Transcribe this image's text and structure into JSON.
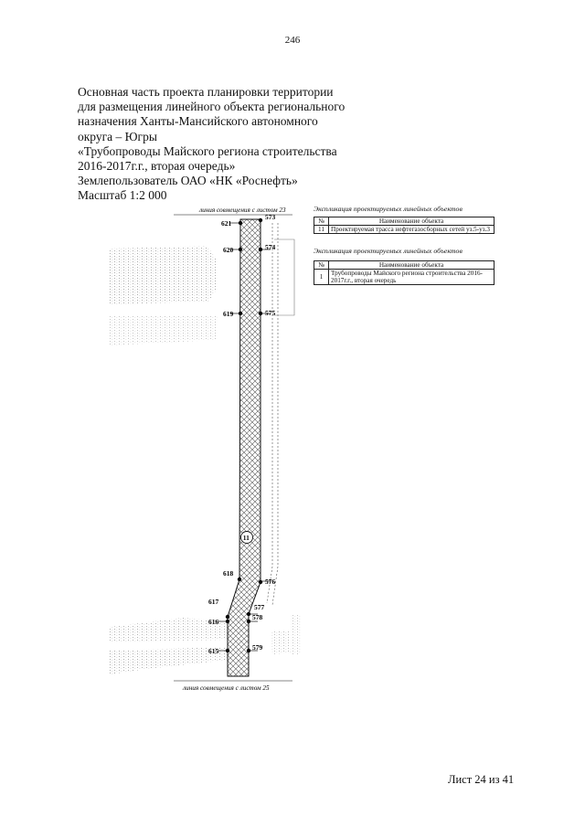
{
  "page_number": "246",
  "title_lines": [
    "Основная часть проекта планировки территории",
    "для размещения линейного объекта регионального",
    "назначения Ханты-Мансийского автономного",
    "округа – Югры",
    "«Трубопроводы Майского региона строительства",
    "2016-2017г.г., вторая очередь»",
    "Землепользователь ОАО «НК «Роснефть»",
    "Масштаб 1:2 000"
  ],
  "map": {
    "match_line_top": "линия совмещения с листом 23",
    "match_line_bottom": "линия совмещения с листом 25",
    "object_marker": "11",
    "points": [
      "573",
      "574",
      "575",
      "576",
      "577",
      "578",
      "579",
      "615",
      "616",
      "617",
      "618",
      "619",
      "620",
      "621"
    ]
  },
  "legend_projected": {
    "title": "Экспликация проектируемых линейных объектов",
    "header_no": "№",
    "header_name": "Наименование объекта",
    "rows": [
      {
        "no": "11",
        "name": "Проектируемая трасса нефтегазосборных сетей уз.5-уз.3"
      }
    ]
  },
  "legend_planned": {
    "title": "Экспликация проектируемых линейных объектов",
    "header_no": "№",
    "header_name": "Наименование объекта",
    "rows": [
      {
        "no": "1",
        "name": "Трубопроводы Майского региона строительства 2016-2017г.г., вторая очередь"
      }
    ]
  },
  "footer": "Лист 24 из 41"
}
